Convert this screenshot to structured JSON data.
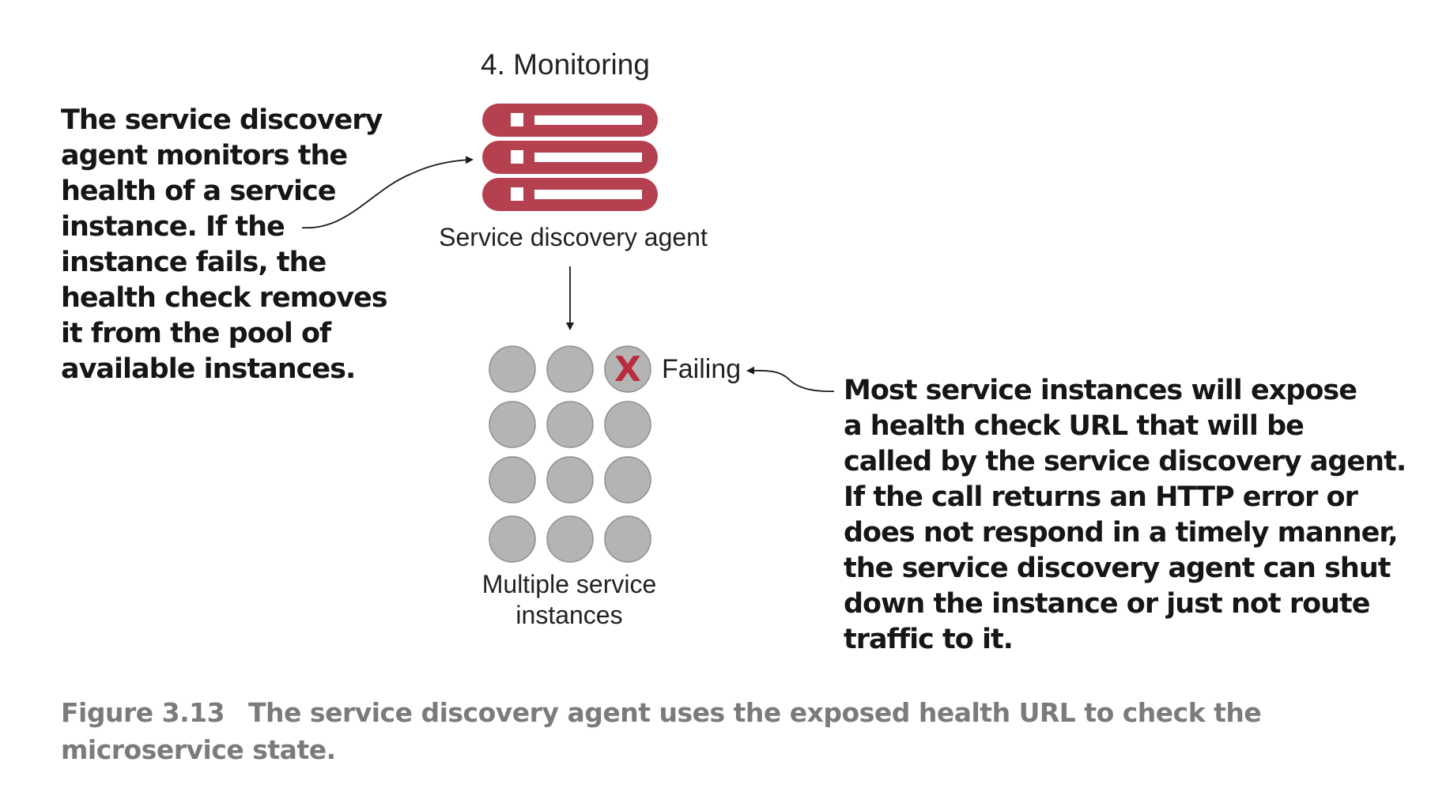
{
  "title": "4. Monitoring",
  "agent_label": "Service discovery agent",
  "failing_label": "Failing",
  "failure_mark": "X",
  "instances_label": [
    "Multiple service",
    "instances"
  ],
  "left_note_lines": [
    "The service discovery",
    "agent monitors the",
    "health of a service",
    "instance. If the",
    "instance fails, the",
    "health check removes",
    "it from the pool of",
    "available instances."
  ],
  "right_note_lines": [
    "Most service instances will expose",
    "a health check URL that will be",
    "called by the service discovery agent.",
    "If the call returns an HTTP error or",
    "does not respond in a timely manner,",
    "the service discovery agent can shut",
    "down the instance or just not route",
    "traffic to it."
  ],
  "caption": {
    "number": "Figure 3.13",
    "text": "The service discovery agent uses the exposed health URL to check the microservice state."
  },
  "colors": {
    "server_red": "#b5404f",
    "instance_gray": "#b4b4b4",
    "instance_stroke": "#8f8f8f",
    "failure_mark_red": "#b82c3d",
    "caption_gray": "#7b7b7b"
  },
  "icons": {
    "agent": "server-stack-icon",
    "instance": "circle-node-icon",
    "failure": "x-mark-icon"
  },
  "instance_grid": {
    "rows": 4,
    "cols": 3,
    "failing": [
      0,
      2
    ]
  }
}
